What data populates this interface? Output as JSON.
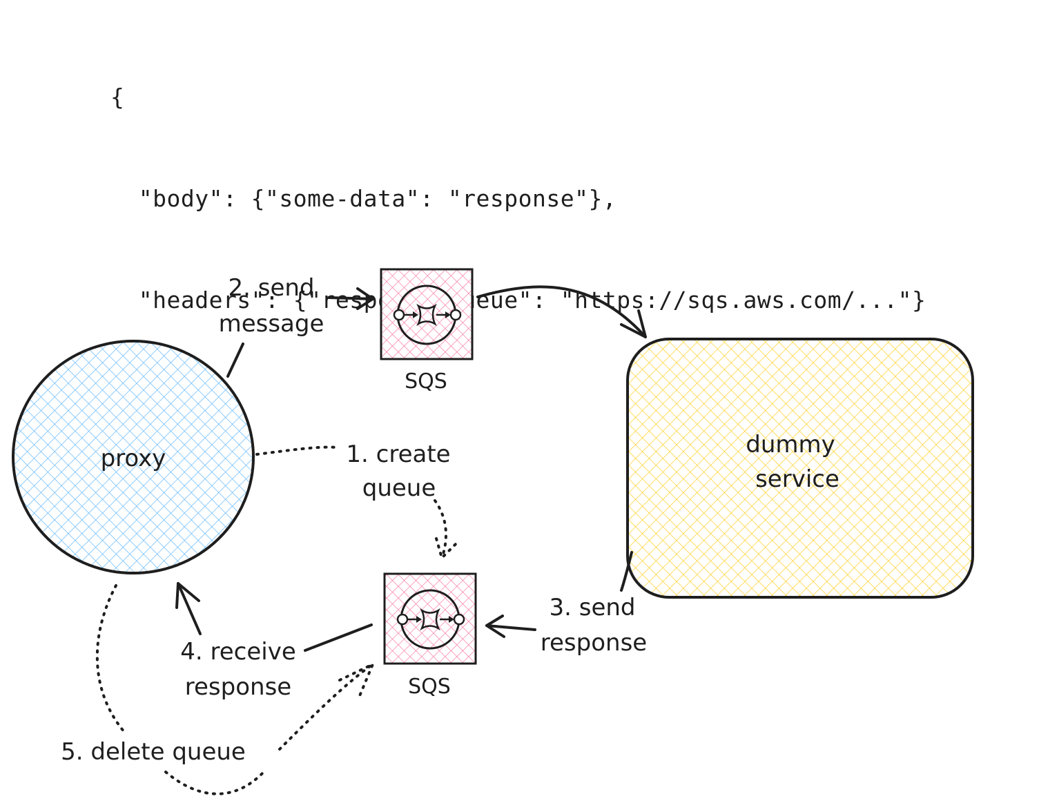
{
  "code_block": {
    "lines": [
      "{",
      "  \"body\": {\"some-data\": \"response\"},",
      "  \"headers\": {\"response-queue\": \"https://sqs.aws.com/...\"}",
      "}"
    ]
  },
  "nodes": {
    "proxy": {
      "label": "proxy",
      "fill": "#a5d8ff"
    },
    "dummy_service": {
      "label_line1": "dummy",
      "label_line2": "service",
      "fill": "#ffec99"
    },
    "sqs_request": {
      "label": "SQS",
      "fill": "#eebefa"
    },
    "sqs_response": {
      "label": "SQS",
      "fill": "#eebefa"
    }
  },
  "steps": {
    "step1": {
      "line1": "1. create",
      "line2": "queue"
    },
    "step2": {
      "line1": "2. send",
      "line2": "message"
    },
    "step3": {
      "line1": "3. send",
      "line2": "response"
    },
    "step4": {
      "line1": "4. receive",
      "line2": "response"
    },
    "step5": {
      "line1": "5. delete queue"
    }
  },
  "colors": {
    "stroke": "#1e1e1e",
    "sqs_pink": "#e64980",
    "proxy_blue": "#4dabf7",
    "service_yellow": "#fab005"
  },
  "icons": {
    "sqs": "sqs-queue-icon"
  }
}
